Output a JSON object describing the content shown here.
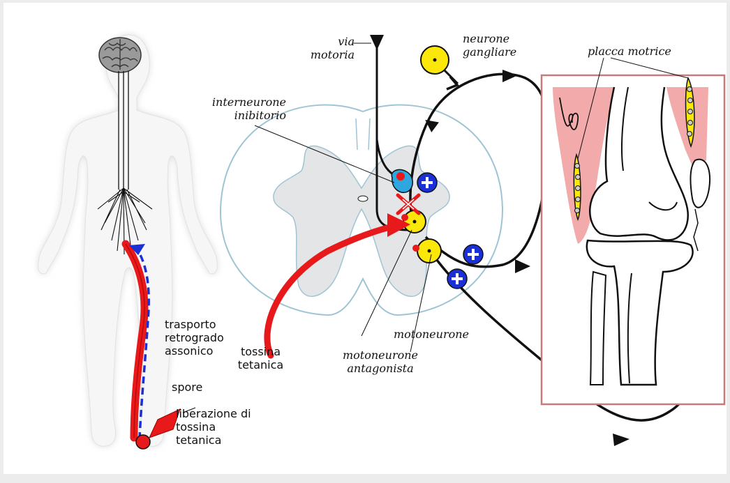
{
  "labels": {
    "via_motoria": "via\nmotoria",
    "neurone_gangliare": "neurone\ngangliare",
    "placca_motrice": "placca motrice",
    "interneurone_inibitorio": "interneurone\ninibitorio",
    "motoneurone": "motoneurone",
    "motoneurone_antagonista": "motoneurone\nantagonista",
    "tossina_tetanica": "tossina\ntetanica",
    "trasporto_retrogrado": "trasporto\nretrogrado\nassonico",
    "spore": "spore",
    "liberazione": "liberazione di\ntossina\ntetanica"
  },
  "colors": {
    "background": "#ececec",
    "panel": "#ffffff",
    "toxin": "#e8191b",
    "retrograde": "#1b2fd6",
    "neuron": "#fbe80a",
    "interneuron": "#2ea6e0",
    "excitatory_badge": "#1b2fd6",
    "muscle": "#f2aaaa",
    "knee_frame": "#c77a7a",
    "body_silhouette": "#f4f4f4"
  },
  "icons": [
    "plus-badge-icon",
    "inhibition-cross-icon",
    "brain-icon",
    "arrowhead-icon"
  ]
}
